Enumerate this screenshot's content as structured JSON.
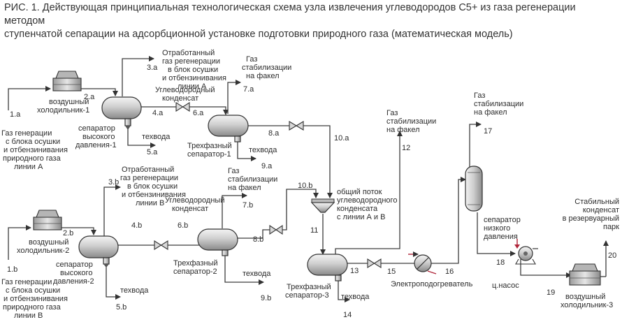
{
  "title": {
    "prefix": "РИС. 1.",
    "line1": "Действующая принципиальная технологическая схема узла извлечения углеводородов С5+ из газа регенерации методом",
    "line2": "ступенчатой сепарации на адсорбционной установке подготовки природного газа (математическая модель)"
  },
  "labels": {
    "in_a_l1": "Газ генерации",
    "in_a_l2": "с блока осушки",
    "in_a_l3": "и отбензинивания",
    "in_a_l4": "природного газа",
    "in_a_l5": "линии А",
    "in_b_l1": "Газ генерации",
    "in_b_l2": "с блока осушки",
    "in_b_l3": "и отбензинивания",
    "in_b_l4": "природного газа",
    "in_b_l5": "линии В",
    "cooler1_l1": "воздушный",
    "cooler1_l2": "холодильник-1",
    "cooler2_l1": "воздушный",
    "cooler2_l2": "холодильник-2",
    "cooler3_l1": "воздушный",
    "cooler3_l2": "холодильник-3",
    "hp1_l1": "сепаратор",
    "hp1_l2": "высокого",
    "hp1_l3": "давления-1",
    "hp2_l1": "сепаратор",
    "hp2_l2": "высокого",
    "hp2_l3": "давления-2",
    "spent_a_l1": "Отработанный",
    "spent_a_l2": "газ регенерации",
    "spent_a_l3": "в блок осушки",
    "spent_a_l4": "и отбензинивания",
    "spent_a_l5": "линии А",
    "spent_b_l1": "Отработанный",
    "spent_b_l2": "газ регенерации",
    "spent_b_l3": "в блок осушки",
    "spent_b_l4": "и отбензинивания",
    "spent_b_l5": "линии В",
    "cond_a_l1": "Углеводородный",
    "cond_a_l2": "конденсат",
    "cond_b_l1": "Углеводородный",
    "cond_b_l2": "конденсат",
    "stab7a_l1": "Газ",
    "stab7a_l2": "стабилизации",
    "stab7a_l3": "на факел",
    "stab7b_l1": "Газ",
    "stab7b_l2": "стабилизации",
    "stab7b_l3": "на факел",
    "stab12_l1": "Газ",
    "stab12_l2": "стабилизации",
    "stab12_l3": "на факел",
    "stab17_l1": "Газ",
    "stab17_l2": "стабилизации",
    "stab17_l3": "на факел",
    "water_hp1": "техвода",
    "water_hp2": "техвода",
    "water_3p1": "техвода",
    "water_3p2": "техвода",
    "water_3p3": "техвода",
    "tp1_l1": "Трехфазный",
    "tp1_l2": "сепаратор-1",
    "tp2_l1": "Трехфазный",
    "tp2_l2": "сепаратор-2",
    "tp3_l1": "Трехфазный",
    "tp3_l2": "сепаратор-3",
    "common_l1": "общий поток",
    "common_l2": "углеводородного",
    "common_l3": "конденсата",
    "common_l4": "с линии А и В",
    "lp_l1": "сепаратор",
    "lp_l2": "низкого",
    "lp_l3": "давления",
    "heater": "Электроподогреватель",
    "pump": "ц.насос",
    "stable_l1": "Стабильный",
    "stable_l2": "конденсат",
    "stable_l3": "в резервуарный",
    "stable_l4": "парк"
  },
  "streams": {
    "s1a": "1.а",
    "s2a": "2.а",
    "s3a": "3.а",
    "s4a": "4.а",
    "s5a": "5.а",
    "s6a": "6.а",
    "s7a": "7.а",
    "s8a": "8.а",
    "s9a": "9.а",
    "s10a": "10.а",
    "s1b": "1.b",
    "s2b": "2.b",
    "s3b": "3.b",
    "s4b": "4.b",
    "s5b": "5.b",
    "s6b": "6.b",
    "s7b": "7.b",
    "s8b": "8.b",
    "s9b": "9.b",
    "s10b": "10.b",
    "s11": "11",
    "s12": "12",
    "s13": "13",
    "s14": "14",
    "s15": "15",
    "s16": "16",
    "s17": "17",
    "s18": "18",
    "s19": "19",
    "s20": "20"
  }
}
